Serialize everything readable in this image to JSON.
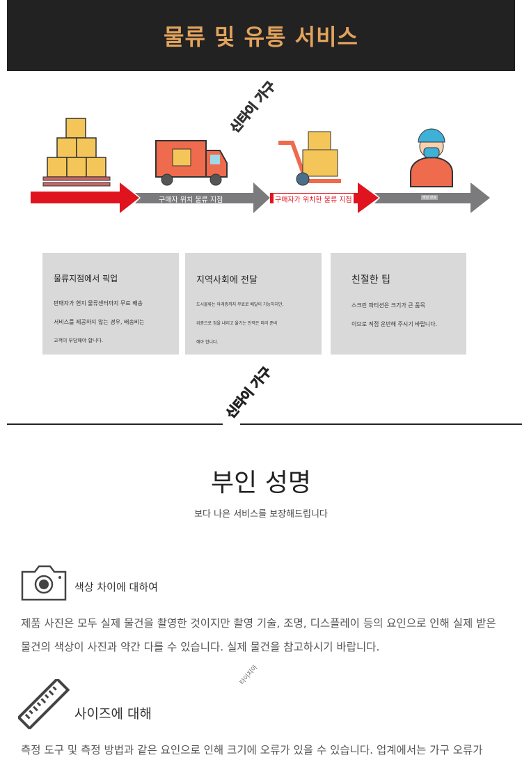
{
  "header": {
    "title": "물류 및 유통 서비스"
  },
  "flow": {
    "step2_label": "구매자 위치 물류 지점",
    "step3_label": "구매자가 위치한 물류 지점",
    "step4_label": "배달 완료"
  },
  "cards": [
    {
      "title": "물류지점에서 픽업",
      "lines": [
        "판매자가 현지 물류센터까지 무료 배송",
        "서비스를 제공하지 않는 경우, 배송비는",
        "고객이 부담해야 합니다."
      ]
    },
    {
      "title": "지역사회에 전달",
      "lines": [
        "도시물류는 아래층까지 무료로 배달이 가능하지만,",
        "위층으로 짐을 내리고 옮기는 인력은 미리 준비",
        "해야 합니다."
      ]
    },
    {
      "title": "친절한 팁",
      "lines": [
        "스크린 파티션은 크기가 큰 품목",
        "이므로 직접 운반해 주시기 바랍니다."
      ]
    }
  ],
  "watermark": "신타이 가구",
  "watermark_small": "타이지아",
  "disclaimer": {
    "title": "부인 성명",
    "subtitle": "보다 나은 서비스를 보장해드립니다",
    "sections": [
      {
        "heading": "색상 차이에 대하여",
        "text": "제품 사진은 모두 실제 물건을 촬영한 것이지만 촬영 기술, 조명, 디스플레이 등의 요인으로 인해 실제 받은 물건의 색상이 사진과 약간 다를 수 있습니다. 실제 물건을 참고하시기 바랍니다."
      },
      {
        "heading": "사이즈에 대해",
        "text": "측정 도구 및 측정 방법과 같은 요인으로 인해 크기에 오류가 있을 수 있습니다. 업계에서는 가구 오류가"
      }
    ]
  },
  "colors": {
    "accent": "#e2a35c",
    "red": "#e0141e",
    "gray": "#7b7b7d"
  }
}
